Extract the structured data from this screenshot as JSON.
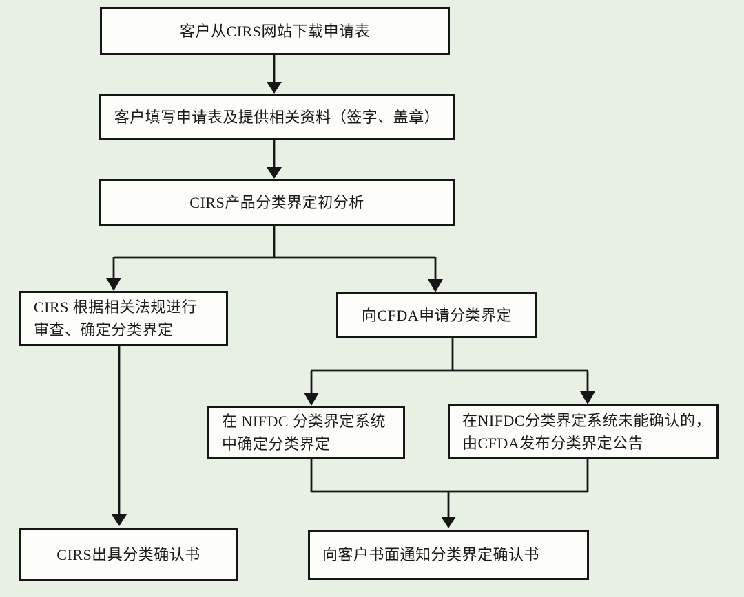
{
  "diagram": {
    "background_color": "#e8f0e4",
    "node_fill_color": "#fdfdfa",
    "line_color": "#161616",
    "nodes": {
      "download": {
        "text": "客户从CIRS网站下载申请表"
      },
      "fill_form": {
        "text": "客户填写申请表及提供相关资料（签字、盖章）"
      },
      "initial_analysis": {
        "text": "CIRS产品分类界定初分析"
      },
      "cirs_review": {
        "text": "CIRS 根据相关法规进行\n审查、确定分类界定"
      },
      "cfda_apply": {
        "text": "向CFDA申请分类界定"
      },
      "nifdc_confirm": {
        "text": "在 NIFDC 分类界定系统\n中确定分类界定"
      },
      "nifdc_unconfirmed": {
        "text": "在NIFDC分类界定系统未能确认的，\n由CFDA发布分类界定公告"
      },
      "cirs_certificate": {
        "text": "CIRS出具分类确认书"
      },
      "notify_customer": {
        "text": "向客户书面通知分类界定确认书"
      }
    }
  }
}
